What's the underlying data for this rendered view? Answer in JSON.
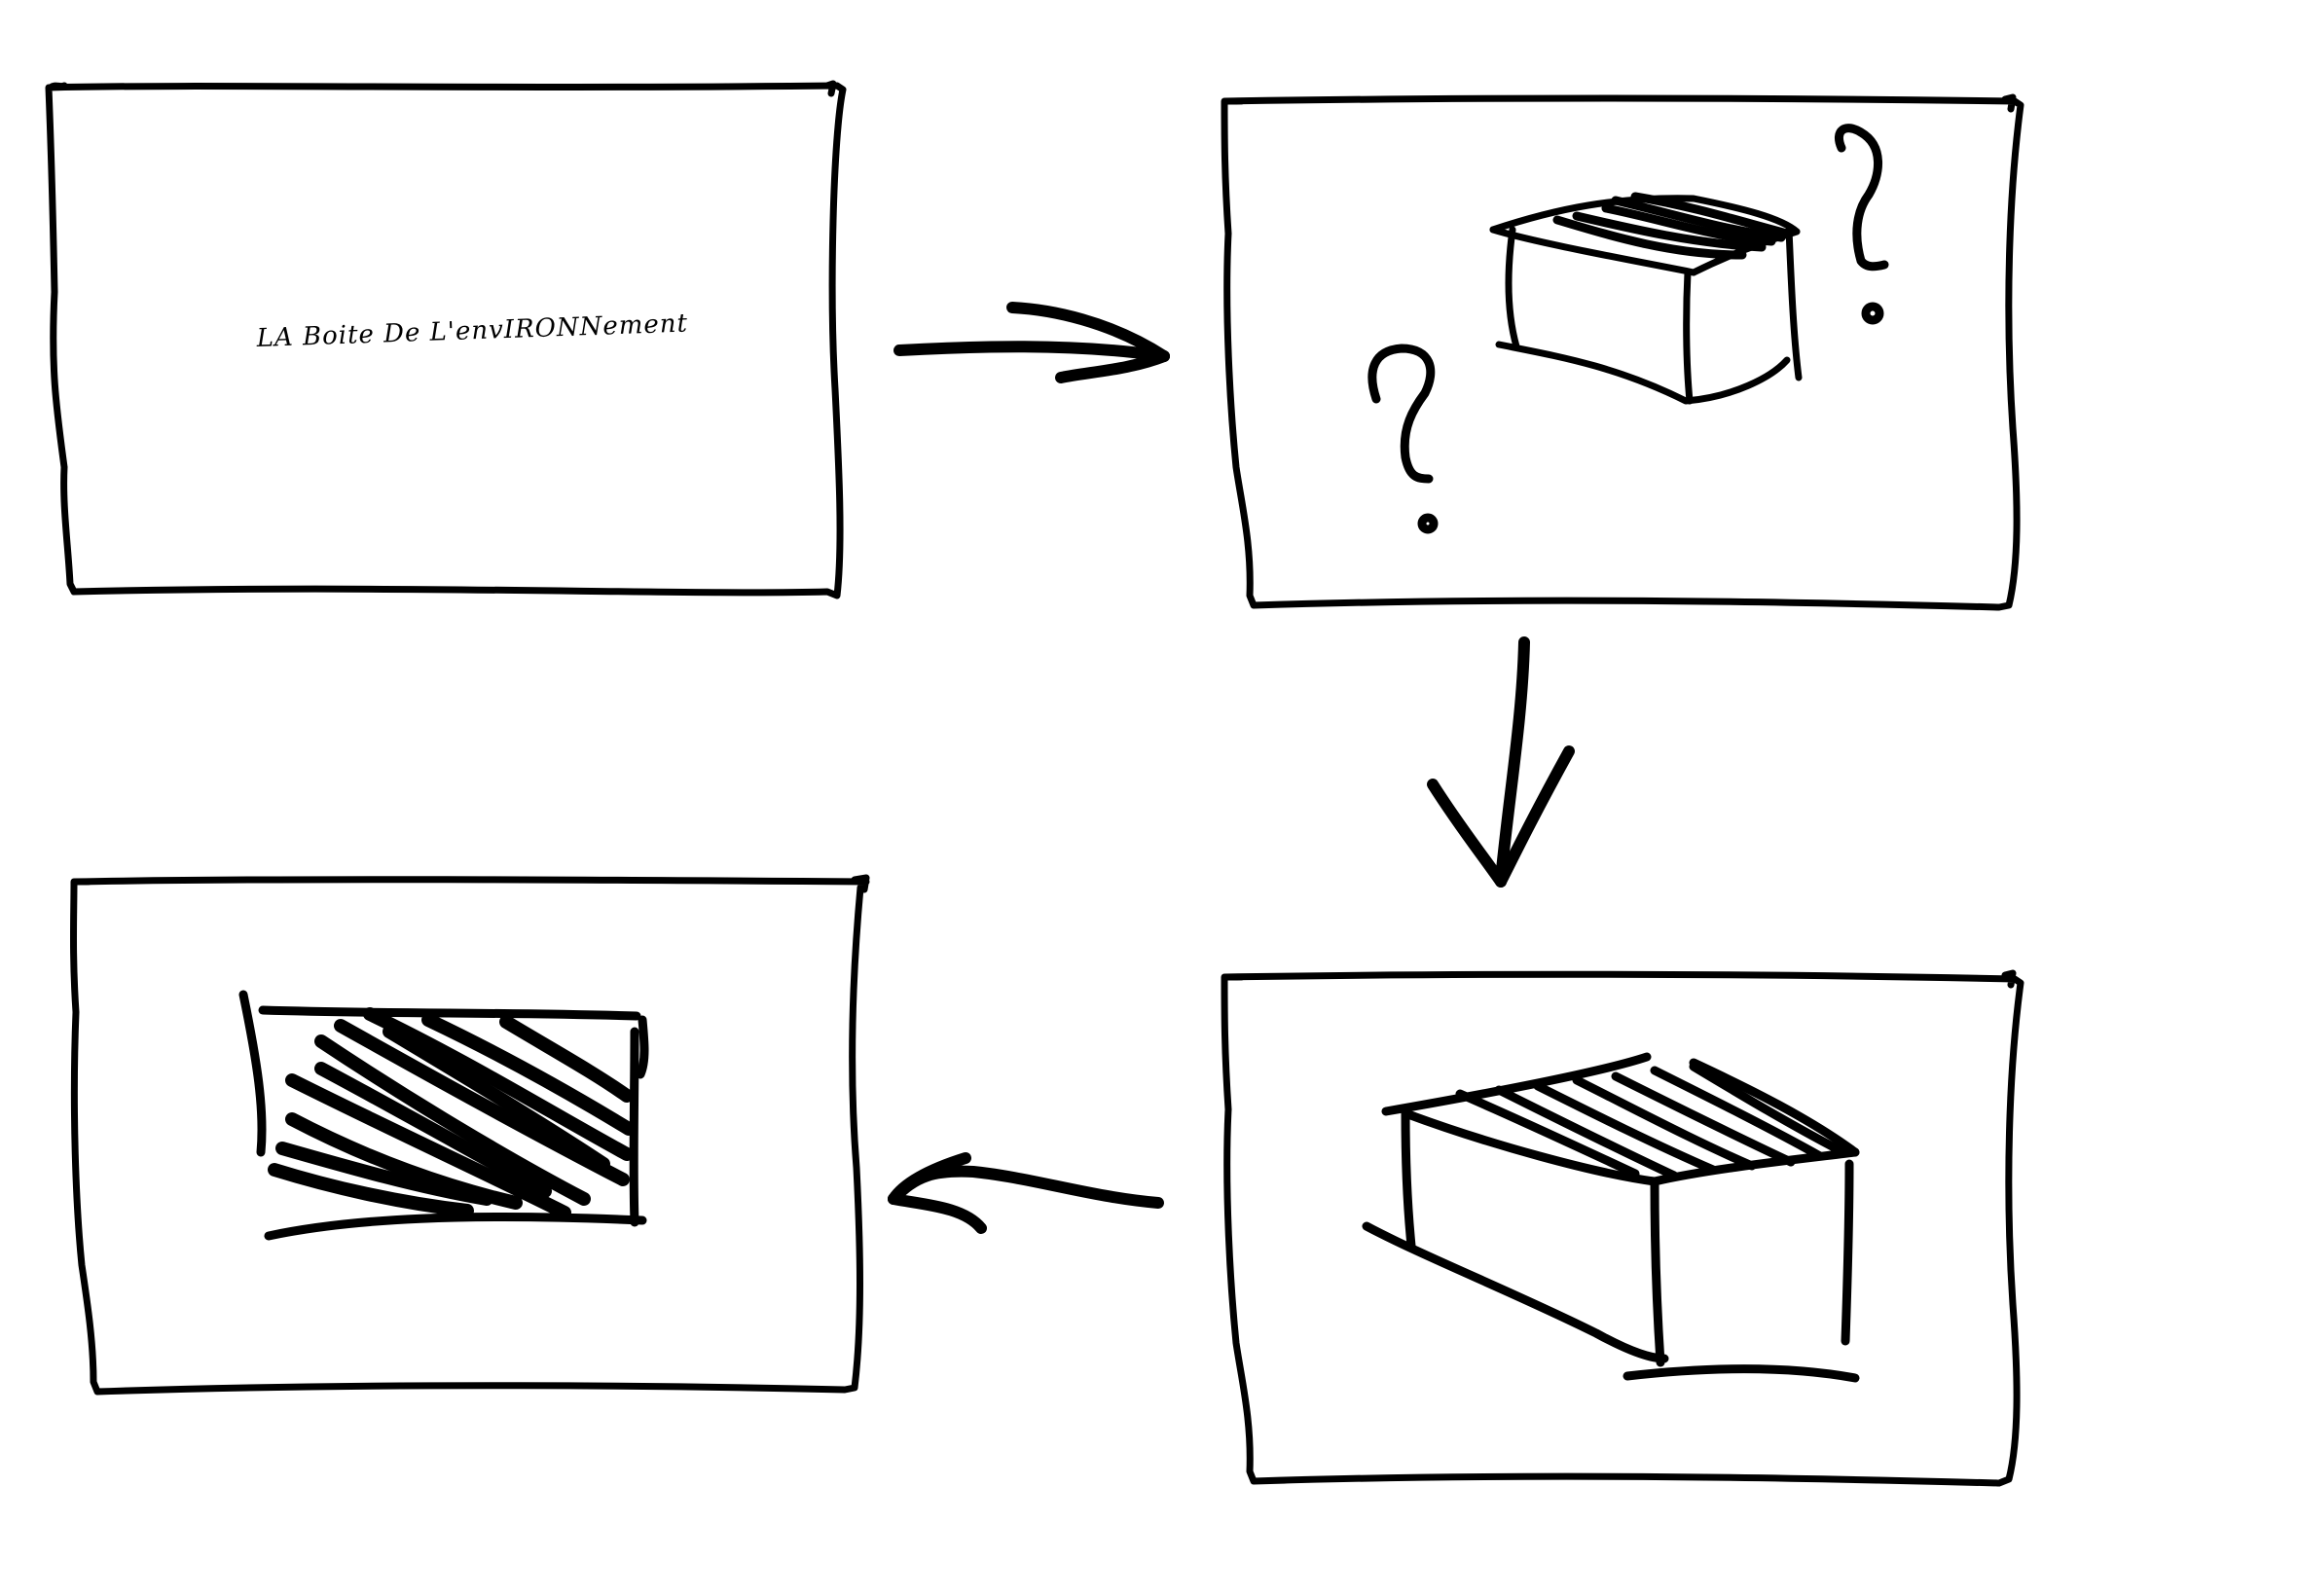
{
  "diagram": {
    "panels": [
      {
        "id": "panel-1",
        "caption": "LA Boite De L'envIRONNement"
      },
      {
        "id": "panel-2",
        "marks": [
          "?",
          "?"
        ]
      },
      {
        "id": "panel-3"
      },
      {
        "id": "panel-4"
      }
    ],
    "flow": [
      "panel-1",
      "panel-2",
      "panel-3",
      "panel-4"
    ],
    "arrows": [
      {
        "from": "panel-1",
        "to": "panel-2",
        "direction": "right"
      },
      {
        "from": "panel-2",
        "to": "panel-3",
        "direction": "down"
      },
      {
        "from": "panel-3",
        "to": "panel-4",
        "direction": "left"
      }
    ],
    "colors": {
      "ink": "#000000",
      "paper": "#ffffff"
    }
  }
}
